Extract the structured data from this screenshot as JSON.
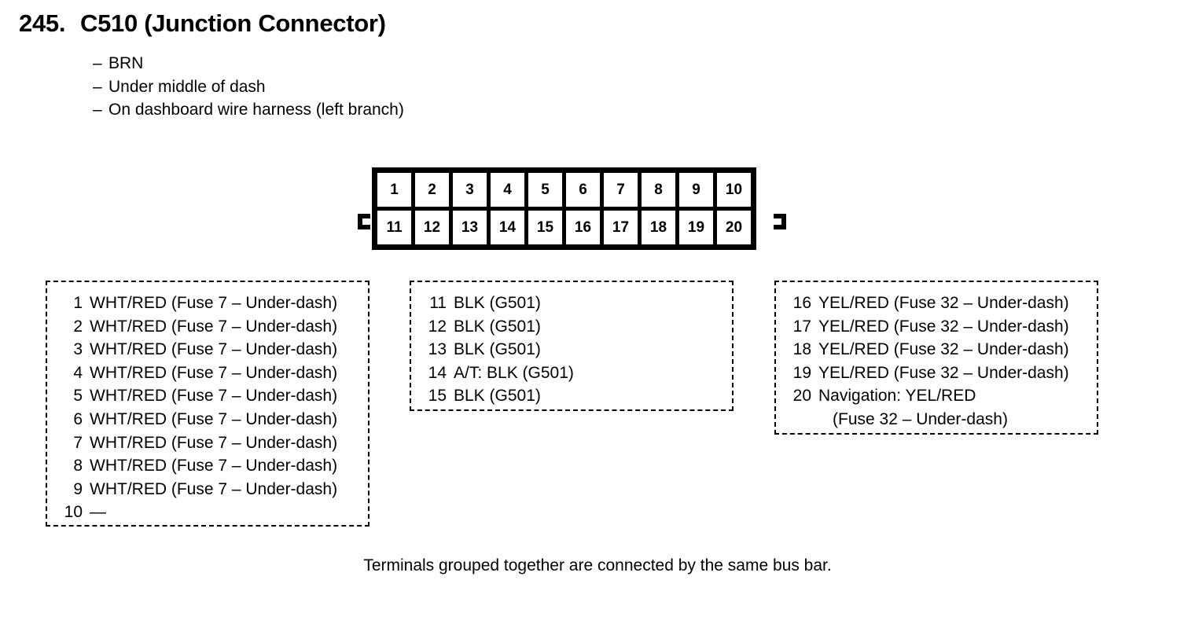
{
  "header": {
    "number": "245.",
    "title": "C510 (Junction Connector)",
    "bullets": [
      "BRN",
      "Under middle of dash",
      "On dashboard wire harness (left branch)"
    ],
    "bullet_marker": "–"
  },
  "connector": {
    "row_top": [
      "1",
      "2",
      "3",
      "4",
      "5",
      "6",
      "7",
      "8",
      "9",
      "10"
    ],
    "row_bottom": [
      "11",
      "12",
      "13",
      "14",
      "15",
      "16",
      "17",
      "18",
      "19",
      "20"
    ]
  },
  "terminal_groups": [
    {
      "id": "group-1",
      "rows": [
        {
          "num": "1",
          "desc": "WHT/RED (Fuse 7 – Under-dash)"
        },
        {
          "num": "2",
          "desc": "WHT/RED (Fuse 7 – Under-dash)"
        },
        {
          "num": "3",
          "desc": "WHT/RED (Fuse 7 – Under-dash)"
        },
        {
          "num": "4",
          "desc": "WHT/RED (Fuse 7 – Under-dash)"
        },
        {
          "num": "5",
          "desc": "WHT/RED (Fuse 7 – Under-dash)"
        },
        {
          "num": "6",
          "desc": "WHT/RED (Fuse 7 – Under-dash)"
        },
        {
          "num": "7",
          "desc": "WHT/RED (Fuse 7 – Under-dash)"
        },
        {
          "num": "8",
          "desc": "WHT/RED (Fuse 7 – Under-dash)"
        },
        {
          "num": "9",
          "desc": "WHT/RED (Fuse 7 – Under-dash)"
        },
        {
          "num": "10",
          "desc": "—"
        }
      ]
    },
    {
      "id": "group-2",
      "rows": [
        {
          "num": "11",
          "desc": "BLK (G501)"
        },
        {
          "num": "12",
          "desc": "BLK (G501)"
        },
        {
          "num": "13",
          "desc": "BLK (G501)"
        },
        {
          "num": "14",
          "desc": "A/T: BLK (G501)"
        },
        {
          "num": "15",
          "desc": "BLK (G501)"
        }
      ]
    },
    {
      "id": "group-3",
      "rows": [
        {
          "num": "16",
          "desc": "YEL/RED (Fuse 32 – Under-dash)"
        },
        {
          "num": "17",
          "desc": "YEL/RED (Fuse 32 – Under-dash)"
        },
        {
          "num": "18",
          "desc": "YEL/RED (Fuse 32 – Under-dash)"
        },
        {
          "num": "19",
          "desc": "YEL/RED (Fuse 32 – Under-dash)"
        },
        {
          "num": "20",
          "desc": "Navigation: YEL/RED",
          "desc_wrap": "(Fuse 32 – Under-dash)"
        }
      ]
    }
  ],
  "footer": {
    "note": "Terminals grouped together are connected by the same bus bar."
  },
  "colors": {
    "ink": "#000000",
    "paper": "#ffffff"
  }
}
